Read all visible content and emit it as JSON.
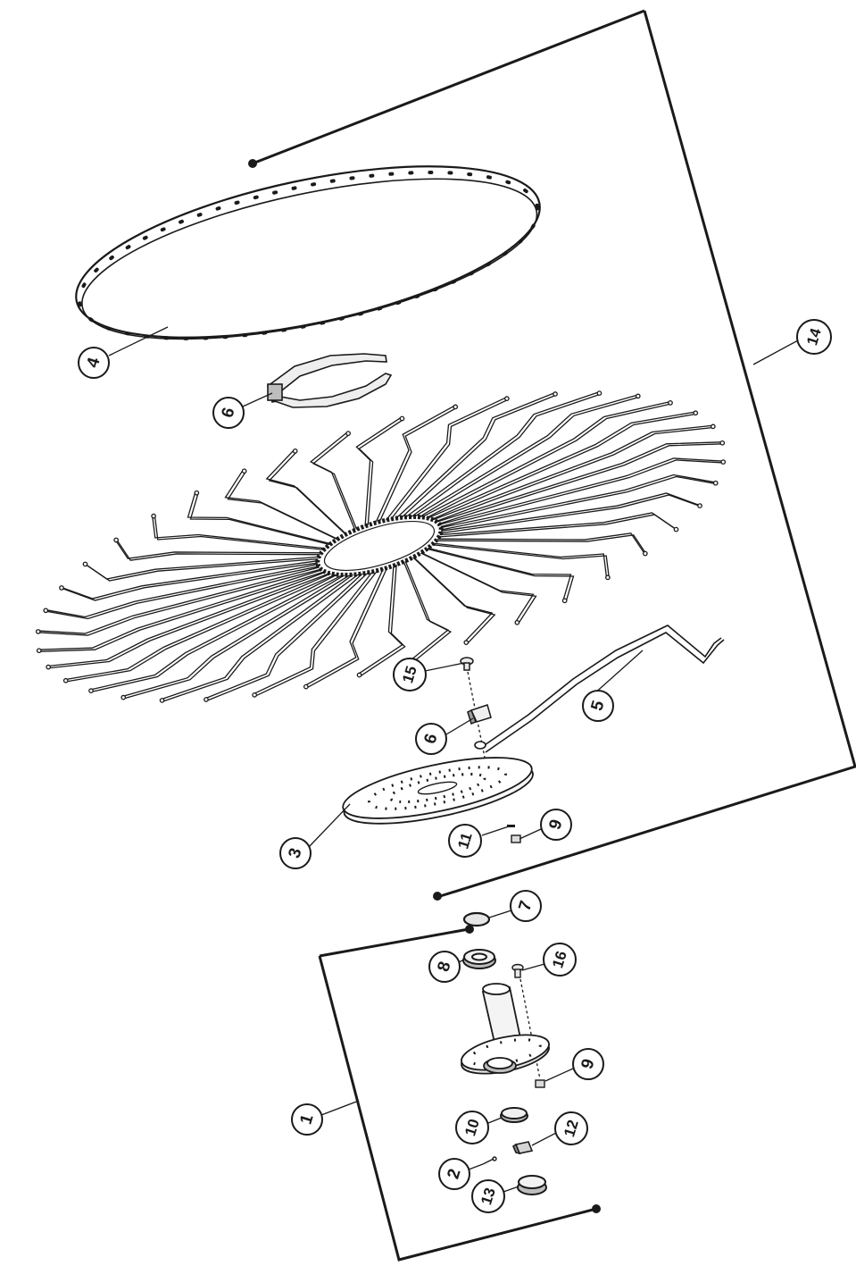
{
  "callouts": [
    {
      "id": "c4",
      "label": "4"
    },
    {
      "id": "c6a",
      "label": "6"
    },
    {
      "id": "c14",
      "label": "14"
    },
    {
      "id": "c15",
      "label": "15"
    },
    {
      "id": "c6b",
      "label": "6"
    },
    {
      "id": "c5",
      "label": "5"
    },
    {
      "id": "c3",
      "label": "3"
    },
    {
      "id": "c11",
      "label": "11"
    },
    {
      "id": "c9a",
      "label": "9"
    },
    {
      "id": "c7",
      "label": "7"
    },
    {
      "id": "c8",
      "label": "8"
    },
    {
      "id": "c16",
      "label": "16"
    },
    {
      "id": "c9b",
      "label": "9"
    },
    {
      "id": "c1",
      "label": "1"
    },
    {
      "id": "c10",
      "label": "10"
    },
    {
      "id": "c12",
      "label": "12"
    },
    {
      "id": "c2",
      "label": "2"
    },
    {
      "id": "c13",
      "label": "13"
    }
  ],
  "colors": {
    "line": "#1a1a1a",
    "part_fill": "#f2f2f2",
    "shade": "#bdbdbd"
  }
}
